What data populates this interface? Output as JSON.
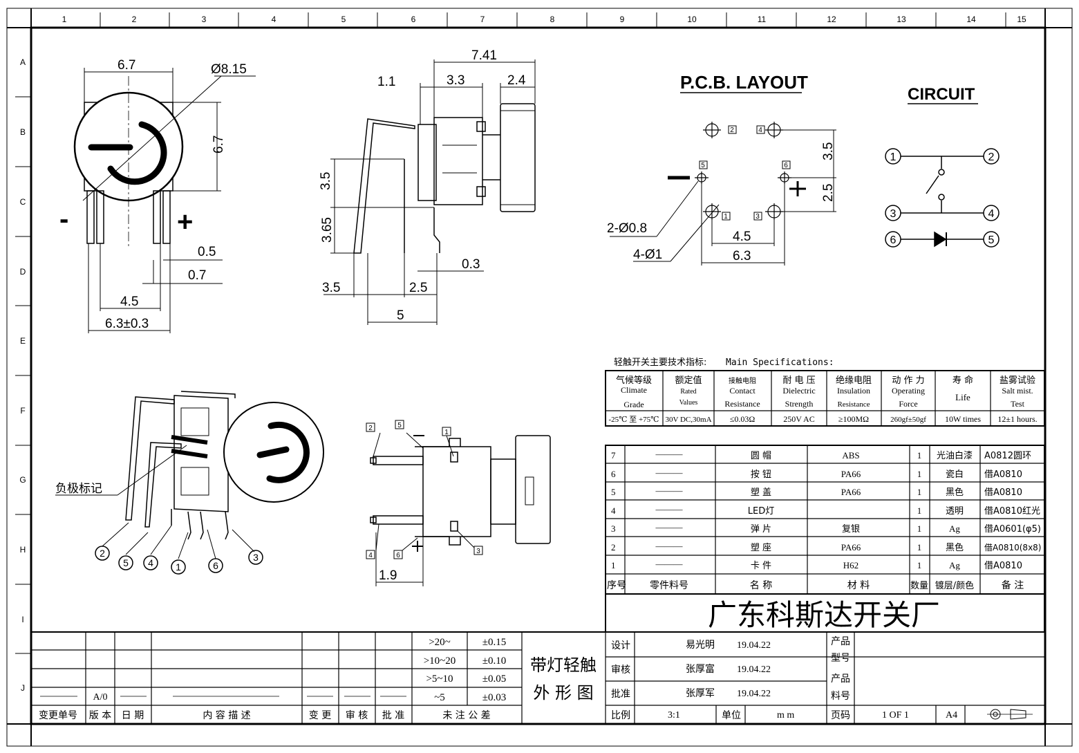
{
  "grid": {
    "columns": [
      "1",
      "2",
      "3",
      "4",
      "5",
      "6",
      "7",
      "8",
      "9",
      "10",
      "11",
      "12",
      "13",
      "14",
      "15"
    ],
    "rows": [
      "A",
      "B",
      "C",
      "D",
      "E",
      "F",
      "G",
      "H",
      "I",
      "J"
    ]
  },
  "front_view": {
    "dim_width": "6.7",
    "dim_diameter": "Ø8.15",
    "dim_height": "6.7",
    "dim_pin_width": "0.5",
    "dim_pin_gap": "0.7",
    "dim_pitch": "4.5",
    "dim_overall": "6.3±0.3",
    "minus_sign": "-",
    "plus_sign": "+"
  },
  "side_view": {
    "dim_total": "7.41",
    "dim_a": "1.1",
    "dim_b": "3.3",
    "dim_c": "2.4",
    "dim_d": "3.5",
    "dim_e": "3.65",
    "dim_f": "0.3",
    "dim_g": "3.5",
    "dim_h": "2.5",
    "dim_i": "5"
  },
  "pcb_layout": {
    "title": "P.C.B. LAYOUT",
    "pad_labels": [
      "2",
      "4",
      "5",
      "6",
      "1",
      "3"
    ],
    "dim_v1": "3.5",
    "dim_v2": "2.5",
    "dim_h1": "4.5",
    "dim_h2": "6.3",
    "hole_small": "2-Ø0.8",
    "hole_large": "4-Ø1",
    "minus_sign": "—",
    "plus_sign": "+"
  },
  "circuit": {
    "title": "CIRCUIT",
    "nodes": [
      "1",
      "2",
      "3",
      "4",
      "6",
      "5"
    ]
  },
  "iso_view": {
    "note": "负极标记",
    "pins": [
      "2",
      "5",
      "4",
      "1",
      "6",
      "3"
    ]
  },
  "bottom_view": {
    "pad_labels": [
      "2",
      "5",
      "1",
      "4",
      "6",
      "3"
    ],
    "minus_sign": "—",
    "plus_sign": "+",
    "dim": "1.9"
  },
  "specs": {
    "heading_cn": "轻触开关主要技术指标:",
    "heading_en": "Main Specifications:",
    "columns": [
      {
        "cn": "气候等级",
        "en1": "Climate",
        "en2": "Grade",
        "value": "-25℃ 至 +75℃"
      },
      {
        "cn": "额定值",
        "en1": "Rated",
        "en2": "Values",
        "value": "30V DC,30mA"
      },
      {
        "cn": "接触电阻",
        "en1": "Contact",
        "en2": "Resistance",
        "value": "≤0.03Ω"
      },
      {
        "cn": "耐 电 压",
        "en1": "Dielectric",
        "en2": "Strength",
        "value": "250V AC"
      },
      {
        "cn": "绝缘电阻",
        "en1": "Insulation",
        "en2": "Resistance",
        "value": "≥100MΩ"
      },
      {
        "cn": "动 作 力",
        "en1": "Operating",
        "en2": "Force",
        "value": "260gf±50gf"
      },
      {
        "cn": "寿  命",
        "en1": "Life",
        "en2": "",
        "value": "10W times"
      },
      {
        "cn": "盐雾试验",
        "en1": "Salt mist.",
        "en2": "Test",
        "value": "12±1 hours."
      }
    ]
  },
  "bom": {
    "rows": [
      {
        "no": "7",
        "part": "———",
        "name": "圆  帽",
        "material": "ABS",
        "qty": "1",
        "finish": "光油白漆",
        "note": "A0812圆环"
      },
      {
        "no": "6",
        "part": "———",
        "name": "按  钮",
        "material": "PA66",
        "qty": "1",
        "finish": "瓷白",
        "note": "借A0810"
      },
      {
        "no": "5",
        "part": "———",
        "name": "塑  盖",
        "material": "PA66",
        "qty": "1",
        "finish": "黑色",
        "note": "借A0810"
      },
      {
        "no": "4",
        "part": "———",
        "name": "LED灯",
        "material": "",
        "qty": "1",
        "finish": "透明",
        "note": "借A0810红光"
      },
      {
        "no": "3",
        "part": "———",
        "name": "弹  片",
        "material": "复银",
        "qty": "1",
        "finish": "Ag",
        "note": "借A0601(φ5)"
      },
      {
        "no": "2",
        "part": "———",
        "name": "塑  座",
        "material": "PA66",
        "qty": "1",
        "finish": "黑色",
        "note": "借A0810(8x8)"
      },
      {
        "no": "1",
        "part": "———",
        "name": "卡  件",
        "material": "H62",
        "qty": "1",
        "finish": "Ag",
        "note": "借A0810"
      }
    ],
    "header": {
      "no": "序号",
      "part": "零件料号",
      "name": "名  称",
      "material": "材  料",
      "qty": "数量",
      "finish": "镀层/颜色",
      "note": "备  注"
    }
  },
  "company": "广东科斯达开关厂",
  "title_block": {
    "drawing_title_1": "带灯轻触",
    "drawing_title_2": "外 形 图",
    "design_label": "设计",
    "design_name": "易光明",
    "design_date": "19.04.22",
    "check_label": "审核",
    "check_name": "张厚富",
    "check_date": "19.04.22",
    "approve_label": "批准",
    "approve_name": "张厚军",
    "approve_date": "19.04.22",
    "model_label_1": "产品",
    "model_label_2": "型号",
    "part_label_1": "产品",
    "part_label_2": "料号",
    "scale_label": "比例",
    "scale_value": "3:1",
    "unit_label": "单位",
    "unit_value": "m m",
    "page_label": "页码",
    "page_value": "1 OF 1",
    "size_value": "A4"
  },
  "tolerance": {
    "rows": [
      {
        "range": ">20~",
        "tol": "±0.15"
      },
      {
        "range": ">10~20",
        "tol": "±0.10"
      },
      {
        "range": ">5~10",
        "tol": "±0.05"
      },
      {
        "range": "~5",
        "tol": "±0.03"
      }
    ],
    "footer": "未 注 公 差"
  },
  "revision": {
    "version_value": "A/0",
    "headers": {
      "change_no": "变更单号",
      "version": "版 本",
      "date": "日 期",
      "desc": "内 容 描 述",
      "change": "变 更",
      "review": "审 核",
      "approve": "批 准"
    }
  }
}
